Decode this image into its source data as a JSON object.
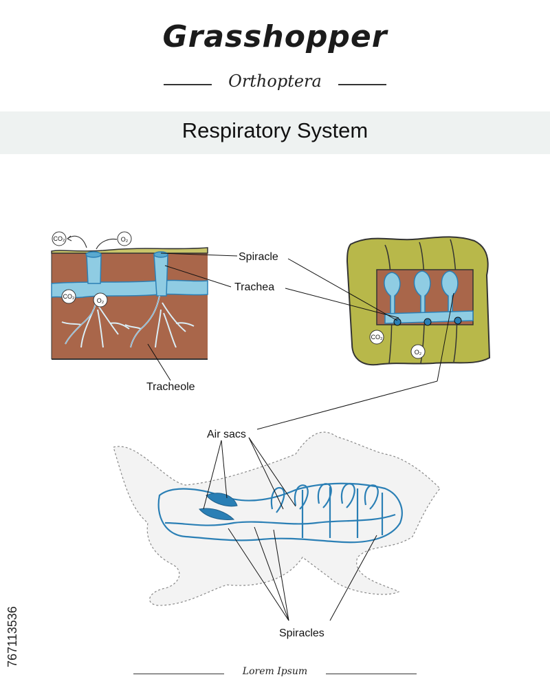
{
  "header": {
    "title": "Grasshopper",
    "subtitle": "Orthoptera"
  },
  "section": {
    "title": "Respiratory System"
  },
  "labels": {
    "spiracle": "Spiracle",
    "trachea": "Trachea",
    "tracheole": "Tracheole",
    "air_sacs": "Air sacs",
    "spiracles": "Spiracles"
  },
  "gases": {
    "co2": "CO₂",
    "o2": "O₂"
  },
  "footer": {
    "text": "Lorem Ipsum"
  },
  "stock_id": "767113536",
  "colors": {
    "trachea_blue": "#8fcce3",
    "trachea_outline": "#2a7fb5",
    "tissue_brown": "#a9664a",
    "surface_olive": "#b8b84a",
    "band": "#eef2f1"
  }
}
